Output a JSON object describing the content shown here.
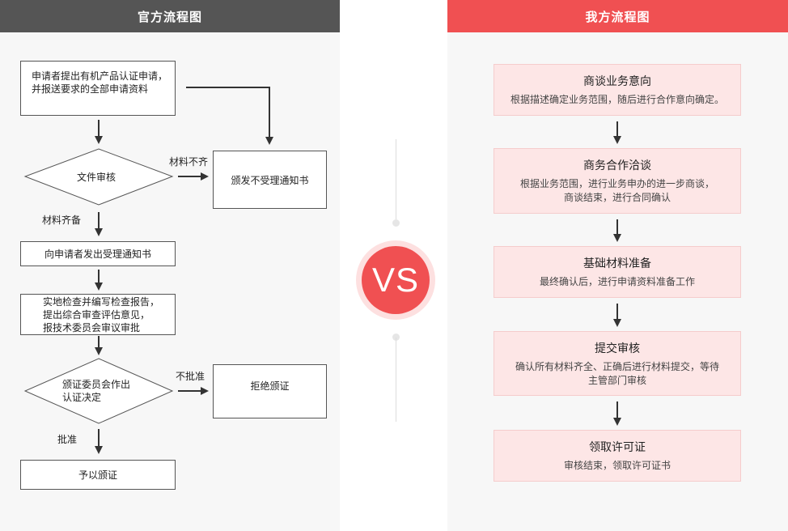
{
  "left": {
    "header": "官方流程图",
    "boxes": {
      "apply": "申请者提出有机产品认证申请，\n并报送要求的全部申请资料",
      "reject_notice": "颁发不受理通知书",
      "accept_notice": "向申请者发出受理通知书",
      "inspect": "实地检查并编写检查报告，\n提出综合审查评估意见，\n报技术委员会审议审批",
      "refuse": "拒绝颁证",
      "grant": "予以颁证"
    },
    "decisions": {
      "review": "文件审核",
      "committee": "颁证委员会作出\n认证决定"
    },
    "labels": {
      "incomplete": "材料不齐",
      "complete": "材料齐备",
      "not_approved": "不批准",
      "approved": "批准"
    }
  },
  "vs": "VS",
  "right": {
    "header": "我方流程图",
    "steps": [
      {
        "title": "商谈业务意向",
        "desc": "根据描述确定业务范围，随后进行合作意向确定。"
      },
      {
        "title": "商务合作洽谈",
        "desc": "根据业务范围，进行业务申办的进一步商谈，\n商谈结束，进行合同确认"
      },
      {
        "title": "基础材料准备",
        "desc": "最终确认后，进行申请资料准备工作"
      },
      {
        "title": "提交审核",
        "desc": "确认所有材料齐全、正确后进行材料提交，等待\n主管部门审核"
      },
      {
        "title": "领取许可证",
        "desc": "审核结束，领取许可证书"
      }
    ]
  },
  "colors": {
    "left_header": "#555555",
    "right_header": "#f05052",
    "step_fill": "#fde6e6",
    "vs_fill": "#f05052"
  }
}
